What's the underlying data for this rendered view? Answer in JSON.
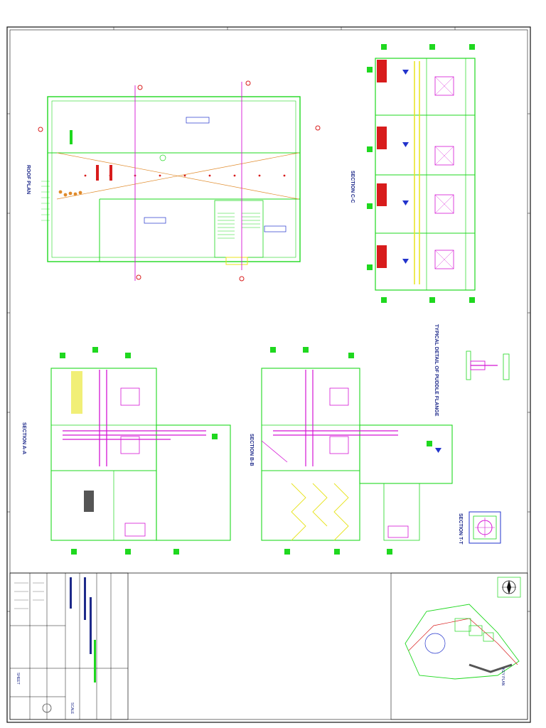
{
  "drawing": {
    "roof_plan_title": "ROOF PLAN",
    "section_cc_title": "SECTION C-C",
    "section_bb_title": "SECTION B-B",
    "section_aa_title": "SECTION A-A",
    "section_tt_title": "SECTION T-T",
    "puddle_flange_title": "TYPICAL DETAIL OF PUDDLE FLANGE",
    "key_plan_title": "KEY PLAN"
  },
  "title_block": {
    "sheet_label": "SHEET",
    "scale_label": "SCALE"
  },
  "colors": {
    "green": "#1fd81f",
    "magenta": "#d414d4",
    "orange": "#e08a2a",
    "yellow": "#e8e41c",
    "blue": "#2233cc",
    "red": "#d81c1c",
    "black": "#111111"
  }
}
